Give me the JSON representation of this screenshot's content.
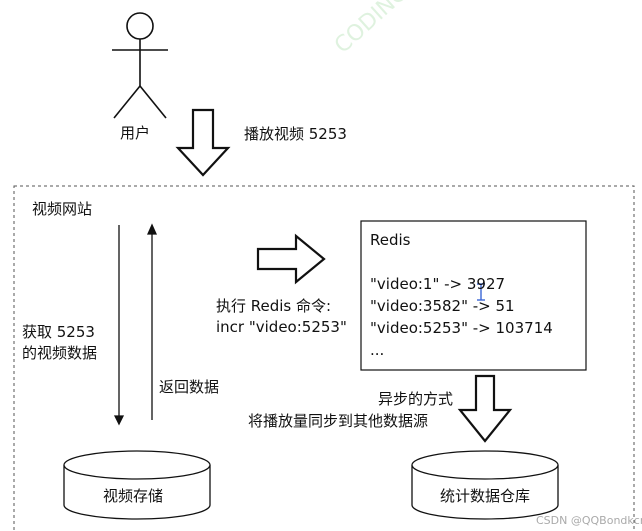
{
  "actor": {
    "label": "用户"
  },
  "action": {
    "label": "播放视频 5253"
  },
  "website": {
    "label": "视频网站"
  },
  "fetch": {
    "line1": "获取 5253",
    "line2": "的视频数据"
  },
  "return_label": "返回数据",
  "command": {
    "line1": "执行 Redis 命令:",
    "line2": "incr \"video:5253\""
  },
  "redis": {
    "title": "Redis",
    "entries": [
      "\"video:1\" -> 3927",
      "\"video:3582\" -> 51",
      "\"video:5253\" -> 103714",
      "..."
    ]
  },
  "async": {
    "line1": "异步的方式",
    "line2": "将播放量同步到其他数据源"
  },
  "storage": {
    "label": "视频存储"
  },
  "warehouse": {
    "label": "统计数据仓库"
  },
  "watermark": {
    "diagonal": "CODINGSUN",
    "corner": "CSDN @QQBondkcrh"
  },
  "colors": {
    "stroke": "#111111",
    "dash": "#555555",
    "cursor": "#3a66d6"
  }
}
